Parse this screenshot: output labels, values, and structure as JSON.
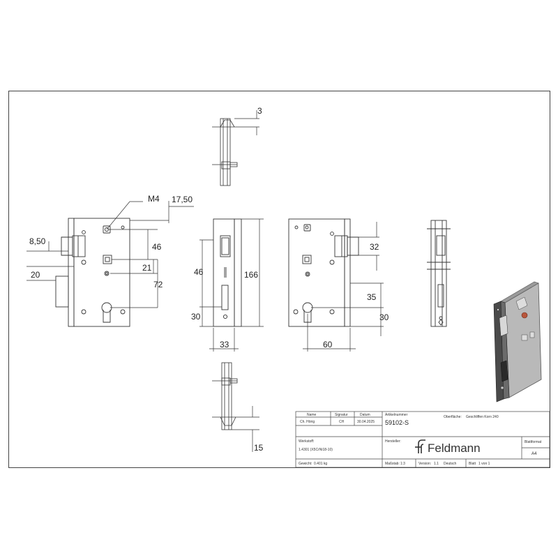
{
  "dimensions": {
    "top_view_gap": "3",
    "m4_label": "M4",
    "width_1750": "17,50",
    "width_850": "8,50",
    "width_20": "20",
    "height_46_left": "46",
    "height_21": "21",
    "height_72": "72",
    "height_46_mid": "46",
    "height_166": "166",
    "height_30_mid": "30",
    "width_33": "33",
    "height_32": "32",
    "height_35": "35",
    "height_30_right": "30",
    "width_60": "60",
    "bottom_view_gap": "15"
  },
  "title_block": {
    "col_name": "Name",
    "col_signatur": "Signatur",
    "col_datum": "Datum",
    "drawn_by_name": "Ch. Hörig",
    "drawn_by_sig": "CH",
    "drawn_date": "30.04.2025",
    "article_label": "Artikelnummer",
    "article_number": "59102-S",
    "surface_label": "Oberfläche:",
    "surface_value": "Geschliffen Korn 240",
    "material_label": "Werkstoff:",
    "material_value": "1.4301 (X5CrNi18-10)",
    "manufacturer_label": "Hersteller:",
    "brand_name": "Feldmann",
    "sheet_format_label": "Blattformat",
    "sheet_format_value": "A4",
    "weight_label": "Gewicht:",
    "weight_value": "0.401 kg",
    "scale_label": "Maßstab:",
    "scale_value": "1:3",
    "version_label": "Version:",
    "version_value": "1.1",
    "language_value": "Deutsch",
    "sheet_label": "Blatt",
    "sheet_value": "1 von 1"
  },
  "colors": {
    "line": "#333333",
    "render_dark": "#4a4a4a",
    "render_mid": "#8a8a8a",
    "render_light": "#c8c8c8",
    "accent": "#b8563c"
  }
}
